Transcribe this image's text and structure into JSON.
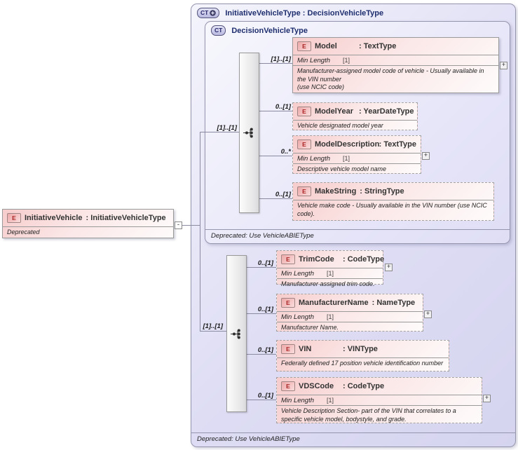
{
  "colors": {
    "container_fill": "#deddf4",
    "element_fill": "#f7cccc",
    "type_title_text": "#1e2e6e",
    "element_badge_letter": "#aa2222",
    "connector_line": "#8a8aa0"
  },
  "glyphs": {
    "collapse": "-",
    "expand": "+"
  },
  "left_element": {
    "badge": "E",
    "name": "InitiativeVehicle",
    "type_label": ": InitiativeVehicleType",
    "annotation": "Deprecated"
  },
  "outer": {
    "badge": "CT",
    "title": "InitiativeVehicleType : DecisionVehicleType",
    "seq_cardinality": "[1]..[1]",
    "footer": "Deprecated: Use VehicleABIEType",
    "elements": [
      {
        "badge": "E",
        "name": "TrimCode",
        "type_label": ": CodeType",
        "cardinality": "0..[1]",
        "facet_label": "Min Length",
        "facet_value": "[1]",
        "annotation": "Manufacturer assigned trim code."
      },
      {
        "badge": "E",
        "name": "ManufacturerName",
        "type_label": ": NameType",
        "cardinality": "0..[1]",
        "facet_label": "Min Length",
        "facet_value": "[1]",
        "annotation": "Manufacturer Name."
      },
      {
        "badge": "E",
        "name": "VIN",
        "type_label": ": VINType",
        "cardinality": "0..[1]",
        "annotation": "Federally defined 17 position vehicle identification number"
      },
      {
        "badge": "E",
        "name": "VDSCode",
        "type_label": ": CodeType",
        "cardinality": "0..[1]",
        "facet_label": "Min Length",
        "facet_value": "[1]",
        "annotation": "Vehicle Description Section- part of the VIN that correlates to a specific vehicle model, bodystyle, and grade."
      }
    ]
  },
  "inner": {
    "badge": "CT",
    "title": "DecisionVehicleType",
    "seq_cardinality": "[1]..[1]",
    "footer": "Deprecated: Use VehicleABIEType",
    "elements": [
      {
        "badge": "E",
        "name": "Model",
        "type_label": ": TextType",
        "cardinality": "[1]..[1]",
        "facet_label": "Min Length",
        "facet_value": "[1]",
        "annotation": "Manufacturer-assigned model code of vehicle - Usually available in the VIN number\n(use NCIC code)"
      },
      {
        "badge": "E",
        "name": "ModelYear",
        "type_label": ": YearDateType",
        "cardinality": "0..[1]",
        "annotation": "Vehicle designated model year"
      },
      {
        "badge": "E",
        "name": "ModelDescription",
        "type_label": ": TextType",
        "cardinality": "0..*",
        "facet_label": "Min Length",
        "facet_value": "[1]",
        "annotation": "Descriptive vehicle model name"
      },
      {
        "badge": "E",
        "name": "MakeString",
        "type_label": ": StringType",
        "cardinality": "0..[1]",
        "annotation": "Vehicle make code - Usually available in the VIN number (use NCIC code)."
      }
    ]
  }
}
